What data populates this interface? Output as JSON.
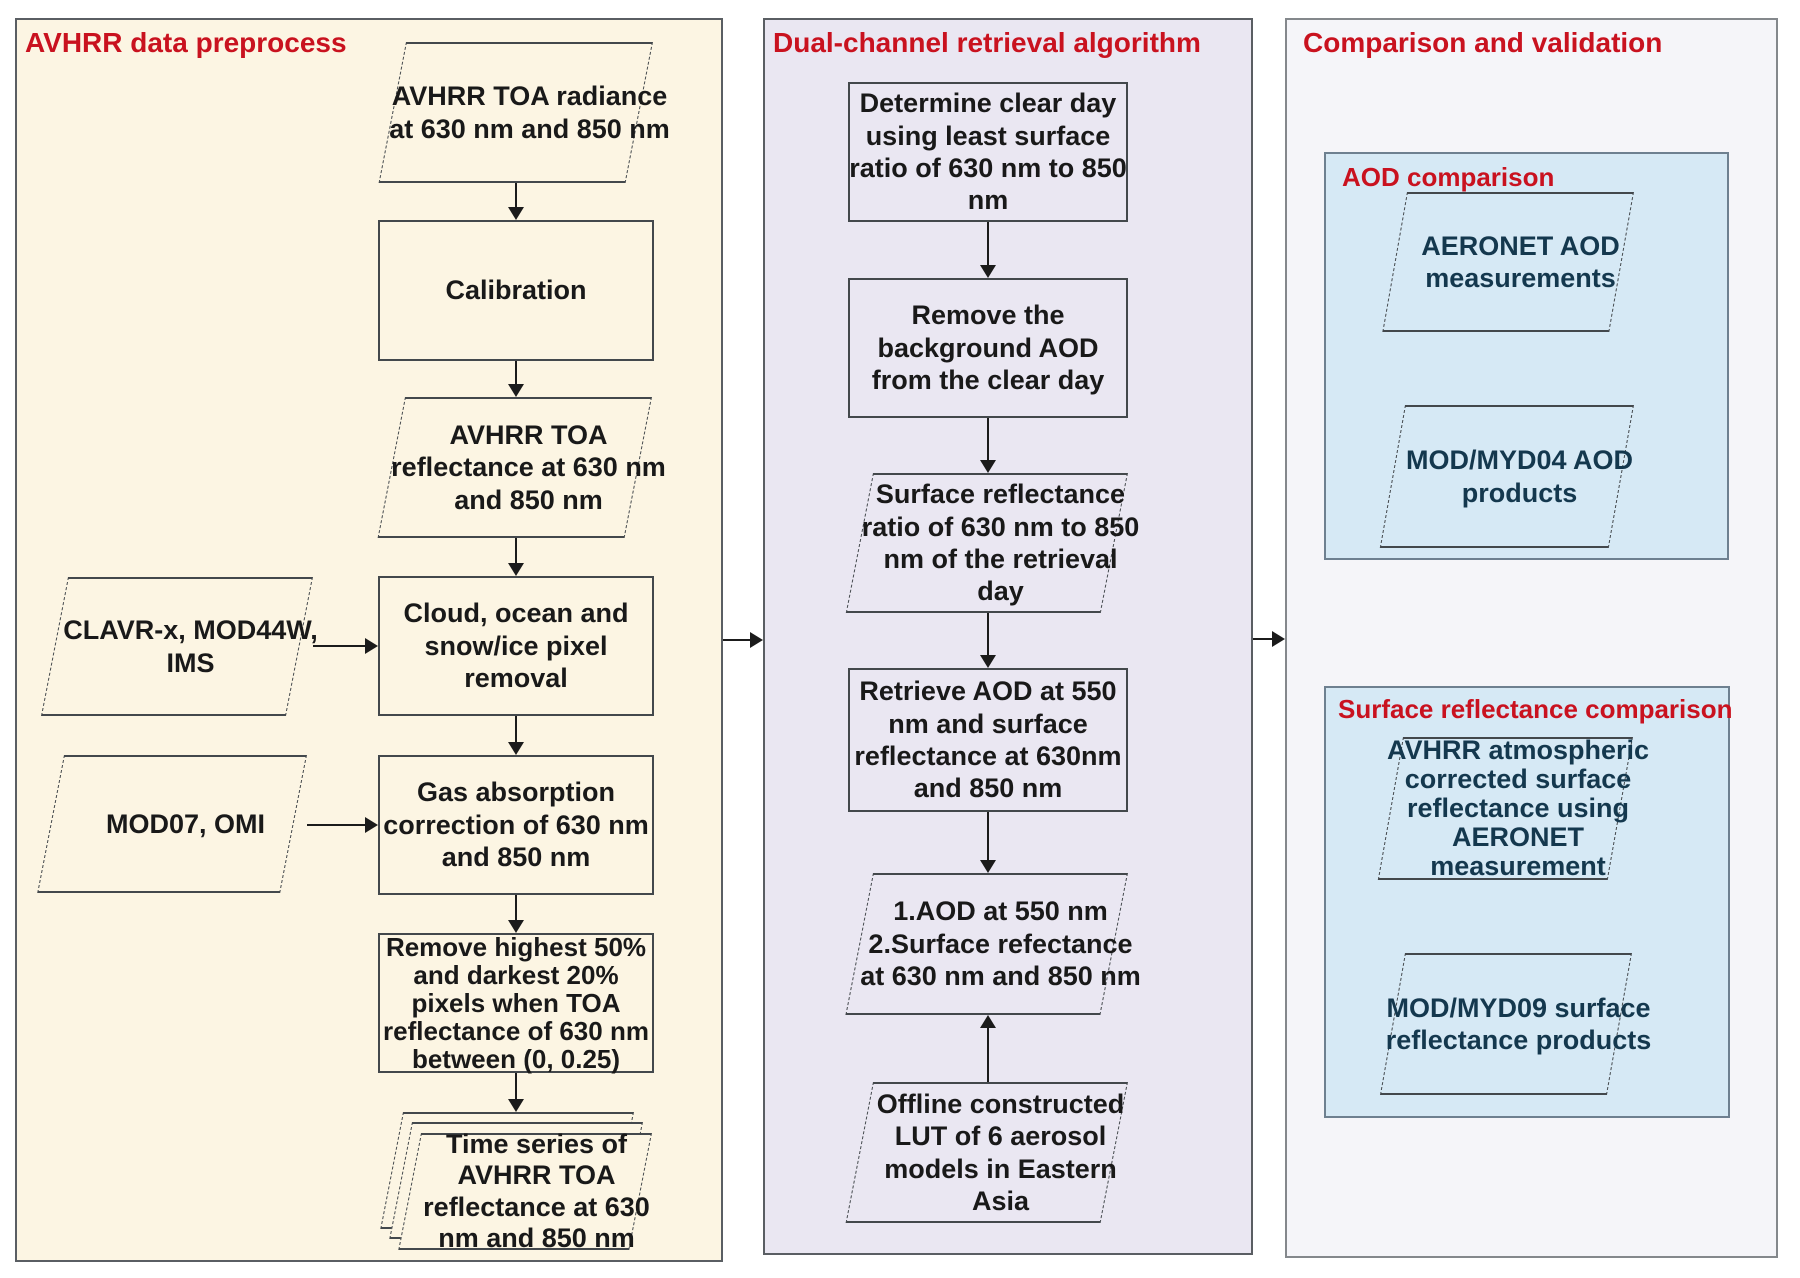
{
  "panels": {
    "left": {
      "title": "AVHRR data preprocess"
    },
    "middle": {
      "title": "Dual-channel retrieval algorithm"
    },
    "right": {
      "title": "Comparison and validation"
    }
  },
  "nodes": {
    "toa_radiance": "AVHRR TOA radiance\nat 630 nm and 850 nm",
    "calibration": "Calibration",
    "toa_reflectance": "AVHRR TOA\nreflectance at 630 nm\nand 850 nm",
    "clavr": "CLAVR-x, MOD44W,\nIMS",
    "cloud_removal": "Cloud, ocean and\nsnow/ice pixel\nremoval",
    "mod07": "MOD07, OMI",
    "gas_correction": "Gas absorption\ncorrection of 630 nm\nand 850 nm",
    "remove_pixels": "Remove highest 50%\nand darkest 20%\npixels when TOA\nreflectance of 630 nm\nbetween (0, 0.25)",
    "time_series": "Time series of\nAVHRR TOA\nreflectance at 630\nnm and 850 nm",
    "determine_clear": "Determine clear day\nusing least surface\nratio of 630 nm to 850\nnm",
    "remove_background": "Remove the\nbackground AOD\nfrom the clear day",
    "surface_ratio": "Surface reflectance\nratio of 630 nm to 850\nnm of the retrieval\nday",
    "retrieve_aod": "Retrieve AOD at 550\nnm and surface\nreflectance at 630nm\nand 850 nm",
    "outputs": "1.AOD at 550 nm\n2.Surface refectance\nat 630 nm and 850 nm",
    "lut": "Offline constructed\nLUT of 6 aerosol\nmodels in Eastern\nAsia",
    "aod_comparison_label": "AOD comparison",
    "aeronet": "AERONET AOD\nmeasurements",
    "mod04": "MOD/MYD04 AOD\nproducts",
    "sr_comparison_label": "Surface reflectance comparison",
    "avhrr_sr": "AVHRR atmospheric\ncorrected surface\nreflectance using\nAERONET\nmeasurement",
    "mod09": "MOD/MYD09 surface\nreflectance products"
  },
  "colors": {
    "accent_red": "#C9121F",
    "panel_left_bg": "#FCF5E3",
    "panel_middle_bg": "#EAE7F2",
    "panel_right_bg": "#F5F5F9",
    "bluebox_bg": "#D6E9F5",
    "node_text": "#191919",
    "right_text": "#14384E",
    "line": "#43484c"
  }
}
